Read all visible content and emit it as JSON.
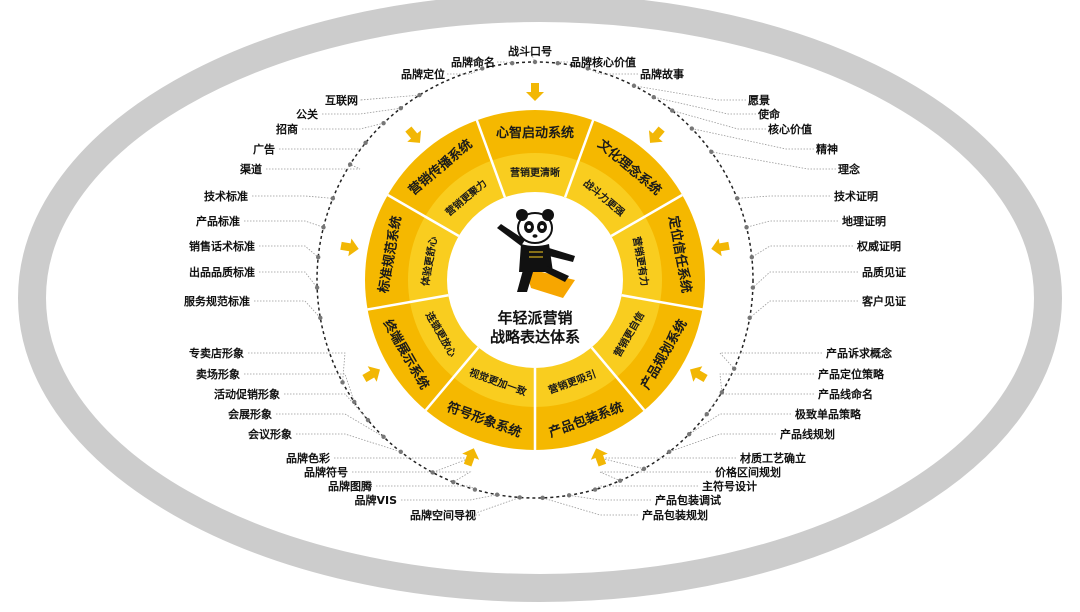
{
  "center": {
    "title_line1": "年轻派营销",
    "title_line2": "战略表达体系"
  },
  "ring_systems": [
    "心智启动系统",
    "文化理念系统",
    "定位信任系统",
    "产品规划系统",
    "产品包装系统",
    "符号形象系统",
    "终端展示系统",
    "标准规范系统",
    "营销传播系统"
  ],
  "inner_goals": [
    "营销更清晰",
    "战斗力更强",
    "营销更有力",
    "营销更自信",
    "营销更吸引",
    "视觉更加一致",
    "连锁更放心",
    "体验更舒心",
    "营销更聚力"
  ],
  "labels": {
    "top": [
      "战斗口号",
      "品牌命名",
      "品牌定位",
      "品牌核心价值",
      "品牌故事"
    ],
    "right_upper": [
      "愿景",
      "使命",
      "核心价值",
      "精神",
      "理念"
    ],
    "right_middle": [
      "技术证明",
      "地理证明",
      "权威证明",
      "品质见证",
      "客户见证"
    ],
    "right_lower": [
      "产品诉求概念",
      "产品定位策略",
      "产品线命名",
      "极致单品策略",
      "产品线规划"
    ],
    "bottom_right": [
      "材质工艺确立",
      "价格区间规划",
      "主符号设计",
      "产品包装调试",
      "产品包装规划"
    ],
    "bottom_left": [
      "品牌色彩",
      "品牌符号",
      "品牌图腾",
      "品牌VIS",
      "品牌空间导视"
    ],
    "left_lower": [
      "专卖店形象",
      "卖场形象",
      "活动促销形象",
      "会展形象",
      "会议形象"
    ],
    "left_middle": [
      "技术标准",
      "产品标准",
      "销售话术标准",
      "出品品质标准",
      "服务规范标准"
    ],
    "left_upper": [
      "互联网",
      "公关",
      "招商",
      "广告",
      "渠道"
    ]
  },
  "colors": {
    "ring_outer": "#f5b800",
    "ring_inner": "#f9cd1f",
    "arrow": "#f2b705",
    "ellipse": "#c8c8c8",
    "mascot_cape": "#f7a600"
  },
  "icons": [
    "panda-mascot-icon",
    "arrow-icon"
  ]
}
